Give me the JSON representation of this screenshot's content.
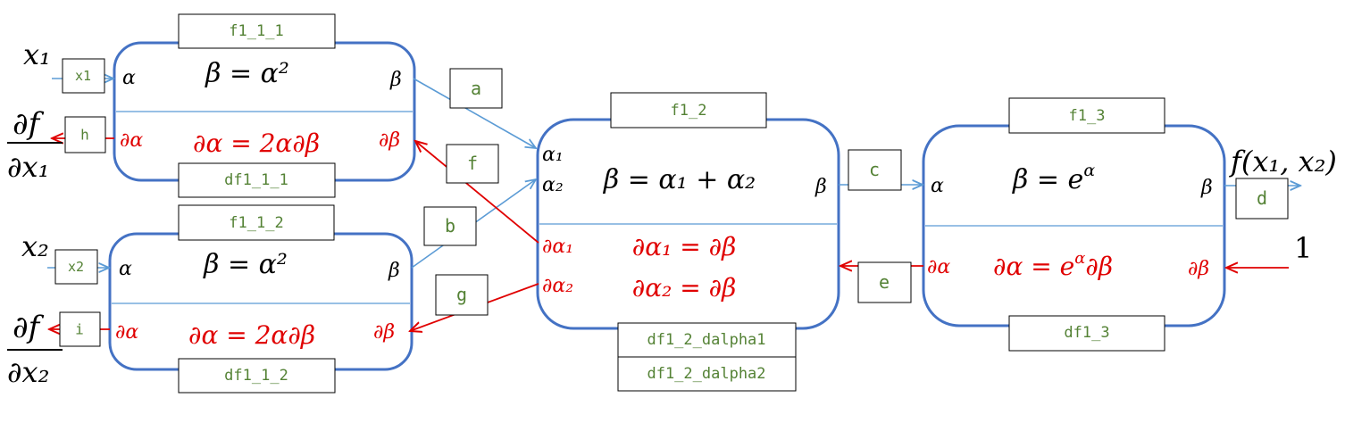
{
  "colors": {
    "box_border": "#4472C4",
    "divider": "#5B9BD5",
    "forward_arrow": "#5B9BD5",
    "backward_arrow": "#E00000",
    "label_text": "#548235",
    "math_black": "#000000",
    "math_red": "#E00000"
  },
  "external": {
    "x1": "x₁",
    "x2": "x₂",
    "df_dx1_num": "∂f",
    "df_dx1_den": "∂x₁",
    "df_dx2_num": "∂f",
    "df_dx2_den": "∂x₂",
    "output": "f(x₁, x₂)",
    "seed": "1"
  },
  "nodes": {
    "f1_1_1": {
      "forward_label": "f1_1_1",
      "backward_label": "df1_1_1",
      "in": "α",
      "out": "β",
      "forward_eq": "β = α²",
      "backward_eq": "∂α = 2α∂β",
      "grad_in": "∂α",
      "grad_out": "∂β"
    },
    "f1_1_2": {
      "forward_label": "f1_1_2",
      "backward_label": "df1_1_2",
      "in": "α",
      "out": "β",
      "forward_eq": "β = α²",
      "backward_eq": "∂α = 2α∂β",
      "grad_in": "∂α",
      "grad_out": "∂β"
    },
    "f1_2": {
      "forward_label": "f1_2",
      "backward_label_1": "df1_2_dalpha1",
      "backward_label_2": "df1_2_dalpha2",
      "in1": "α₁",
      "in2": "α₂",
      "out": "β",
      "forward_eq": "β = α₁ + α₂",
      "backward_eq_1": "∂α₁ = ∂β",
      "backward_eq_2": "∂α₂ = ∂β",
      "grad_in1": "∂α₁",
      "grad_in2": "∂α₂",
      "grad_out": "∂β"
    },
    "f1_3": {
      "forward_label": "f1_3",
      "backward_label": "df1_3",
      "in": "α",
      "out": "β",
      "forward_eq_base": "β = e",
      "forward_eq_sup": "α",
      "backward_eq_base": "∂α = e",
      "backward_eq_sup": "α",
      "backward_eq_tail": "∂β",
      "grad_in": "∂α",
      "grad_out": "∂β"
    }
  },
  "edges": {
    "x1": "x1",
    "x2": "x2",
    "a": "a",
    "b": "b",
    "c": "c",
    "d": "d",
    "e": "e",
    "f": "f",
    "g": "g",
    "h": "h",
    "i": "i"
  }
}
